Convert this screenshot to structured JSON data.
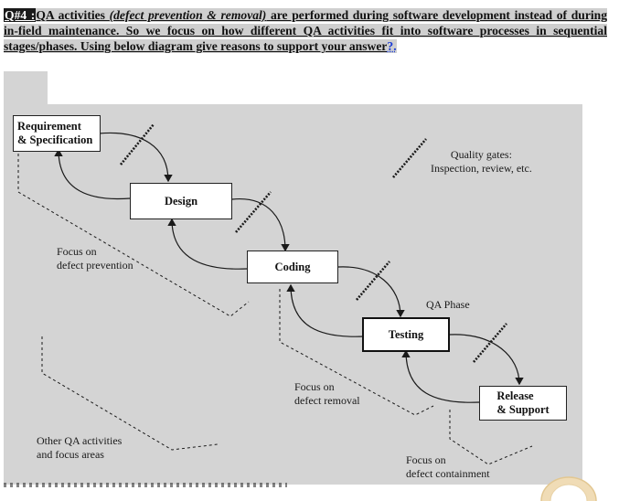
{
  "question": {
    "number": "Q#4 :",
    "lead": "QA activities ",
    "italic": "(defect prevention & removal)",
    "rest": " are performed during software development instead of during in-field maintenance. So we focus on how different QA activities fit into software processes in sequential stages/phases. Using below diagram give reasons to support your answer",
    "tail": "?."
  },
  "diagram": {
    "phases": {
      "requirement": "Requirement\n& Specification",
      "design": "Design",
      "coding": "Coding",
      "testing": "Testing",
      "release": "Release\n& Support"
    },
    "labels": {
      "quality_gates": "Quality gates:\nInspection, review, etc.",
      "qa_phase": "QA Phase",
      "defect_prevention": "Focus on\ndefect prevention",
      "defect_removal": "Focus on\ndefect removal",
      "defect_containment": "Focus on\ndefect containment",
      "other_qa": "Other QA activities\nand focus areas"
    },
    "colors": {
      "panel": "#d4d4d4",
      "line": "#1a1a1a",
      "box": "#ffffff"
    }
  }
}
